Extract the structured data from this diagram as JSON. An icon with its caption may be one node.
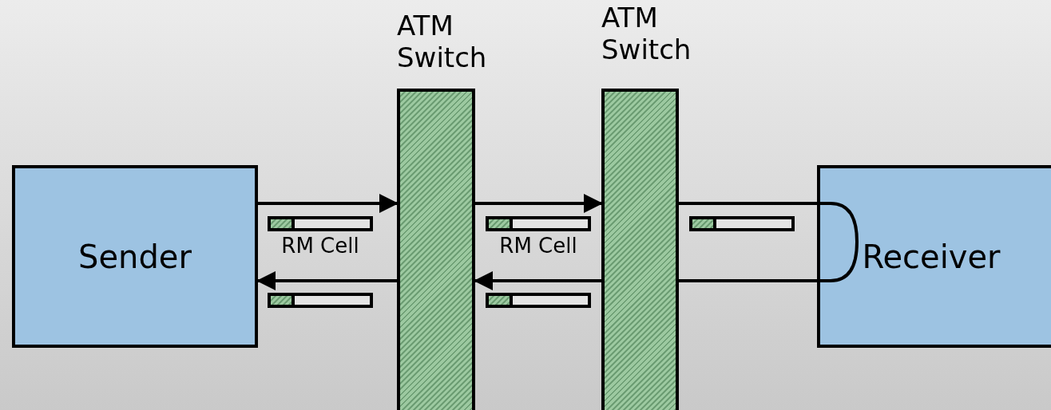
{
  "diagram": {
    "nodes": [
      {
        "text": [
          "Sender"
        ]
      },
      {
        "text": [
          "ATM Switch"
        ]
      },
      {
        "text": [
          "ATM Switch"
        ]
      },
      {
        "text": [
          "Receiver"
        ]
      }
    ],
    "edges": [
      {
        "from": 0,
        "to": 1,
        "arrow": "to"
      },
      {
        "from": 1,
        "to": 2,
        "arrow": "to"
      },
      {
        "from": 2,
        "to": 3,
        "arrow": "none"
      },
      {
        "from": 3,
        "to": 2,
        "arrow": "none"
      },
      {
        "from": 2,
        "to": 1,
        "arrow": "to"
      },
      {
        "from": 1,
        "to": 0,
        "arrow": "to"
      }
    ],
    "labels": [
      "RM Cell",
      "RM Cell"
    ]
  }
}
